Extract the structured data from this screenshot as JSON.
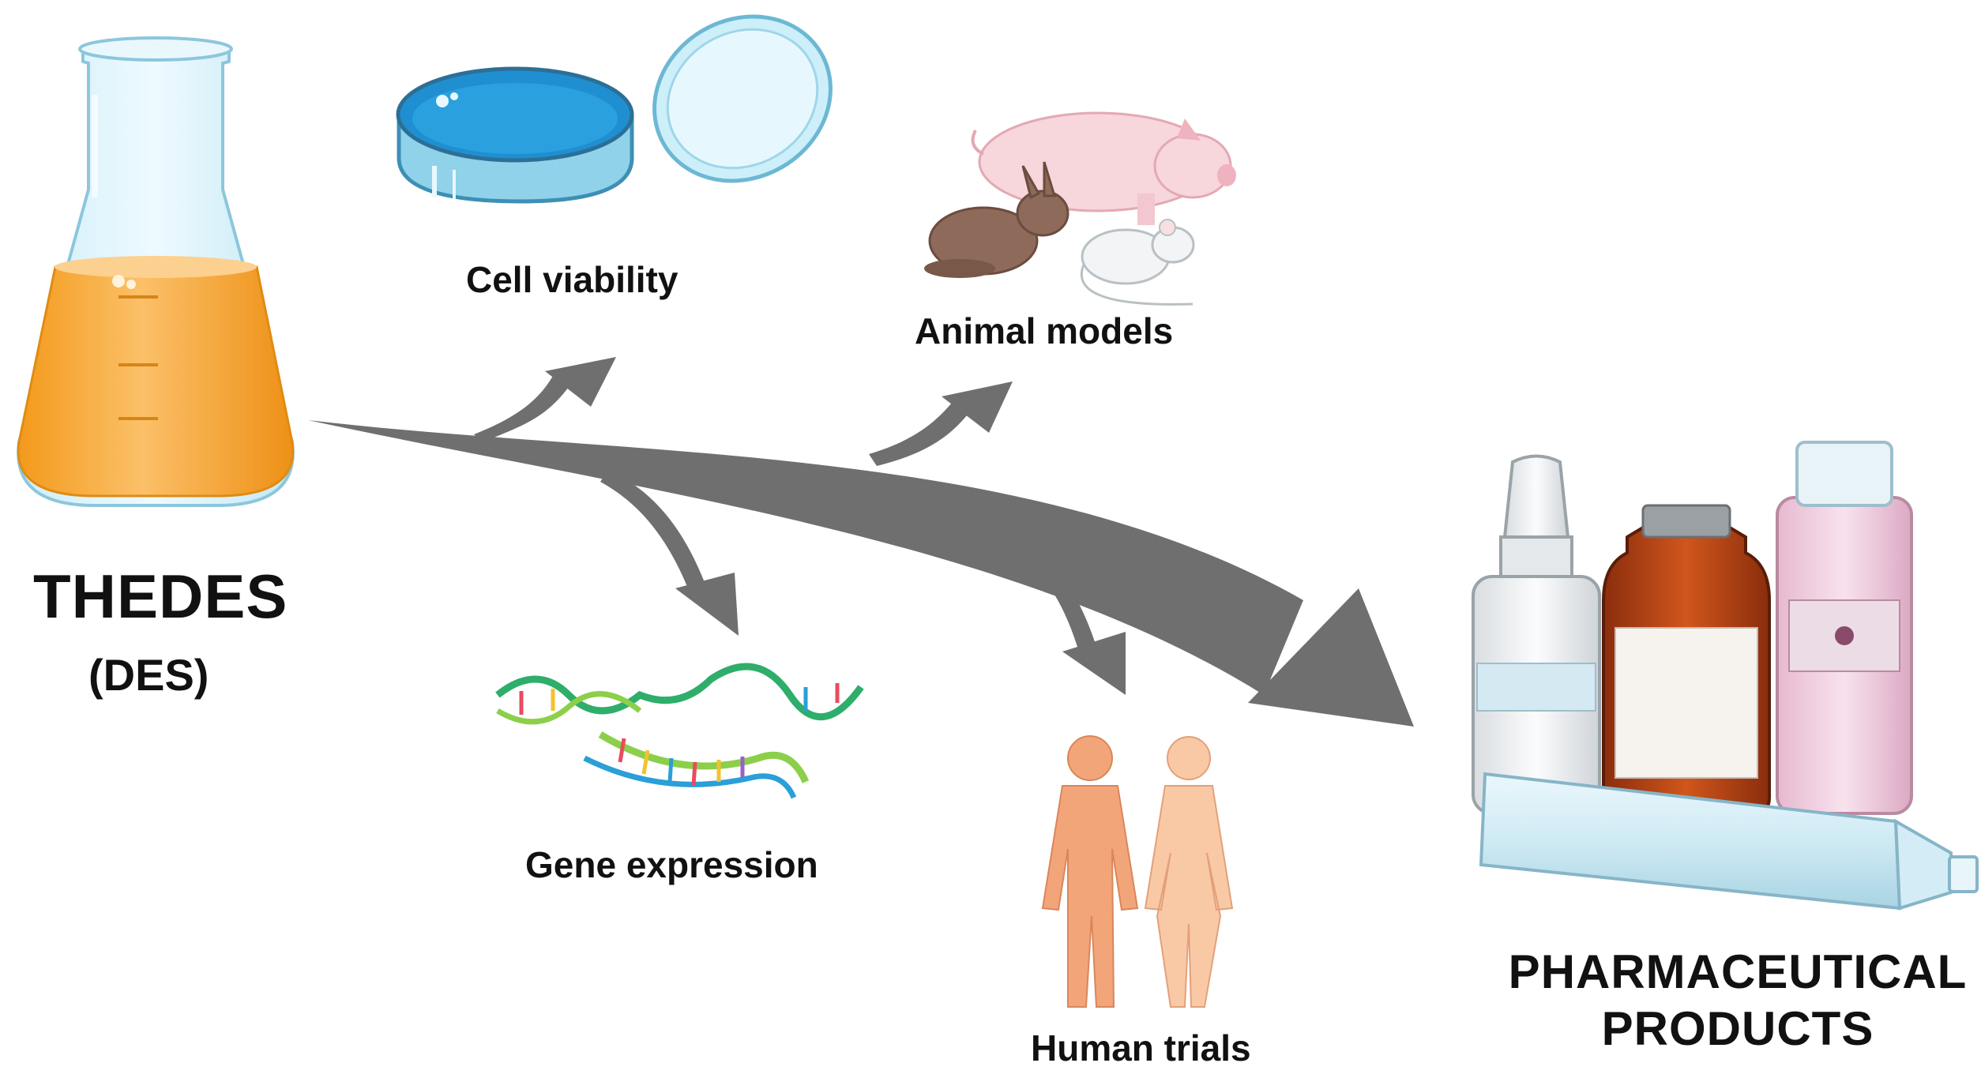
{
  "source": {
    "title": "THEDES",
    "subtitle": "(DES)"
  },
  "stages": {
    "cell_viability": "Cell viability",
    "animal_models": "Animal models",
    "gene_expression": "Gene expression",
    "human_trials": "Human trials"
  },
  "destination": {
    "line1": "PHARMACEUTICAL",
    "line2": "PRODUCTS"
  },
  "colors": {
    "arrow": "#6f6f6f",
    "liquid": "#f5a623",
    "glass": "#dff3fa",
    "petri_medium": "#1f8fd1",
    "human_skin": "#f3a57a"
  },
  "icons": [
    "erlenmeyer-flask-icon",
    "petri-dish-icon",
    "pig-icon",
    "rabbit-icon",
    "mouse-icon",
    "dna-strand-icon",
    "human-figure-icon",
    "pharmaceutical-bottles-icon"
  ]
}
